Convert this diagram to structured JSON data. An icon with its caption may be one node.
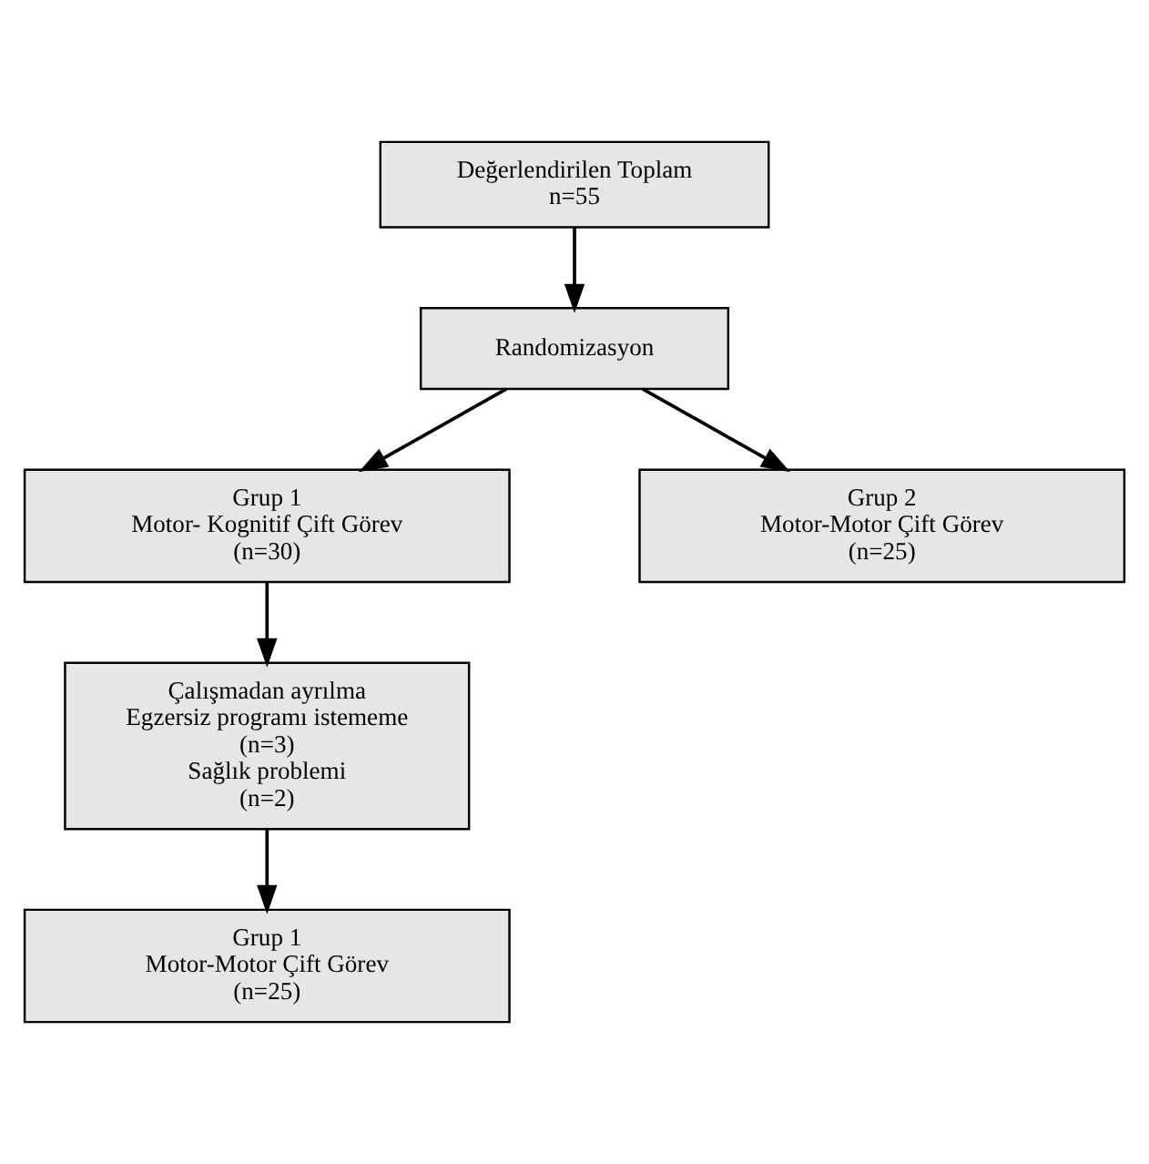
{
  "diagram": {
    "nodes": [
      {
        "text": [
          "Değerlendirilen Toplam",
          "n=55"
        ]
      },
      {
        "text": [
          "Randomizasyon"
        ]
      },
      {
        "text": [
          "Grup 1",
          "Motor- Kognitif Çift Görev",
          "(n=30)"
        ]
      },
      {
        "text": [
          "Grup 2",
          "Motor-Motor Çift Görev",
          "(n=25)"
        ]
      },
      {
        "text": [
          "Çalışmadan ayrılma",
          "Egzersiz programı istememe",
          "(n=3)",
          "Sağlık problemi",
          "(n=2)"
        ]
      },
      {
        "text": [
          "Grup 1",
          "Motor-Motor Çift Görev",
          "(n=25)"
        ]
      }
    ],
    "edges": [
      {
        "from": 0,
        "to": 1,
        "arrow": "to"
      },
      {
        "from": 1,
        "to": 2,
        "arrow": "to"
      },
      {
        "from": 1,
        "to": 3,
        "arrow": "to"
      },
      {
        "from": 2,
        "to": 4,
        "arrow": "to"
      },
      {
        "from": 4,
        "to": 5,
        "arrow": "to"
      }
    ]
  }
}
